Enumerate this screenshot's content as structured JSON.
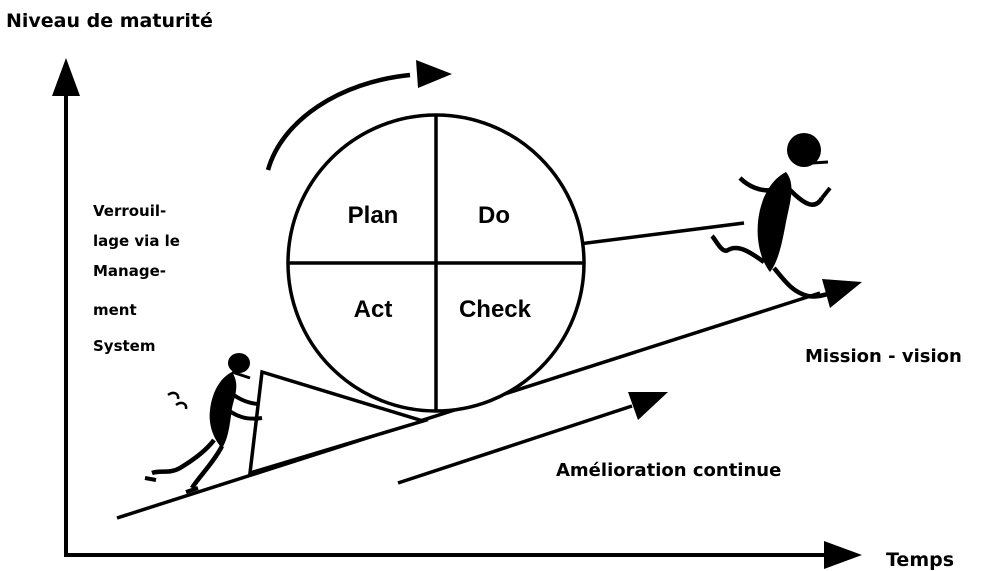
{
  "axes": {
    "y_label": "Niveau de maturité",
    "x_label": "Temps"
  },
  "pdca": {
    "plan": "Plan",
    "do": "Do",
    "act": "Act",
    "check": "Check"
  },
  "wedge_label": {
    "lines": [
      "Verrouil-",
      "lage via le",
      "Manage-",
      "ment",
      "System"
    ]
  },
  "labels": {
    "mission": "Mission - vision",
    "improvement": "Amélioration continue"
  },
  "colors": {
    "ink": "#000000",
    "background": "#ffffff"
  }
}
